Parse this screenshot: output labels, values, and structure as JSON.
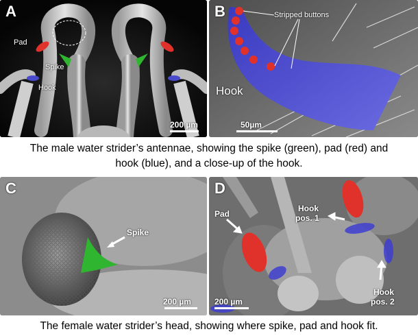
{
  "panels": {
    "a": {
      "letter": "A",
      "pad": "Pad",
      "spike": "Spike",
      "hook": "Hook",
      "scale": "200 µm"
    },
    "b": {
      "letter": "B",
      "stripped": "Stripped buttons",
      "hook": "Hook",
      "scale": "50µm"
    },
    "c": {
      "letter": "C",
      "spike": "Spike",
      "scale": "200 µm"
    },
    "d": {
      "letter": "D",
      "pad": "Pad",
      "hook1_line1": "Hook",
      "hook1_line2": "pos. 1",
      "hook2_line1": "Hook",
      "hook2_line2": "pos. 2",
      "scale": "200 µm"
    }
  },
  "captions": {
    "top_line1": "The male water strider’s antennae, showing the spike (green), pad (red) and",
    "top_line2": "hook (blue), and a close-up of the hook.",
    "bottom": "The female water strider’s head, showing where spike, pad and hook fit."
  },
  "colors": {
    "spike": "#2fb52f",
    "pad": "#e0322a",
    "hook": "#3f3fd0"
  }
}
